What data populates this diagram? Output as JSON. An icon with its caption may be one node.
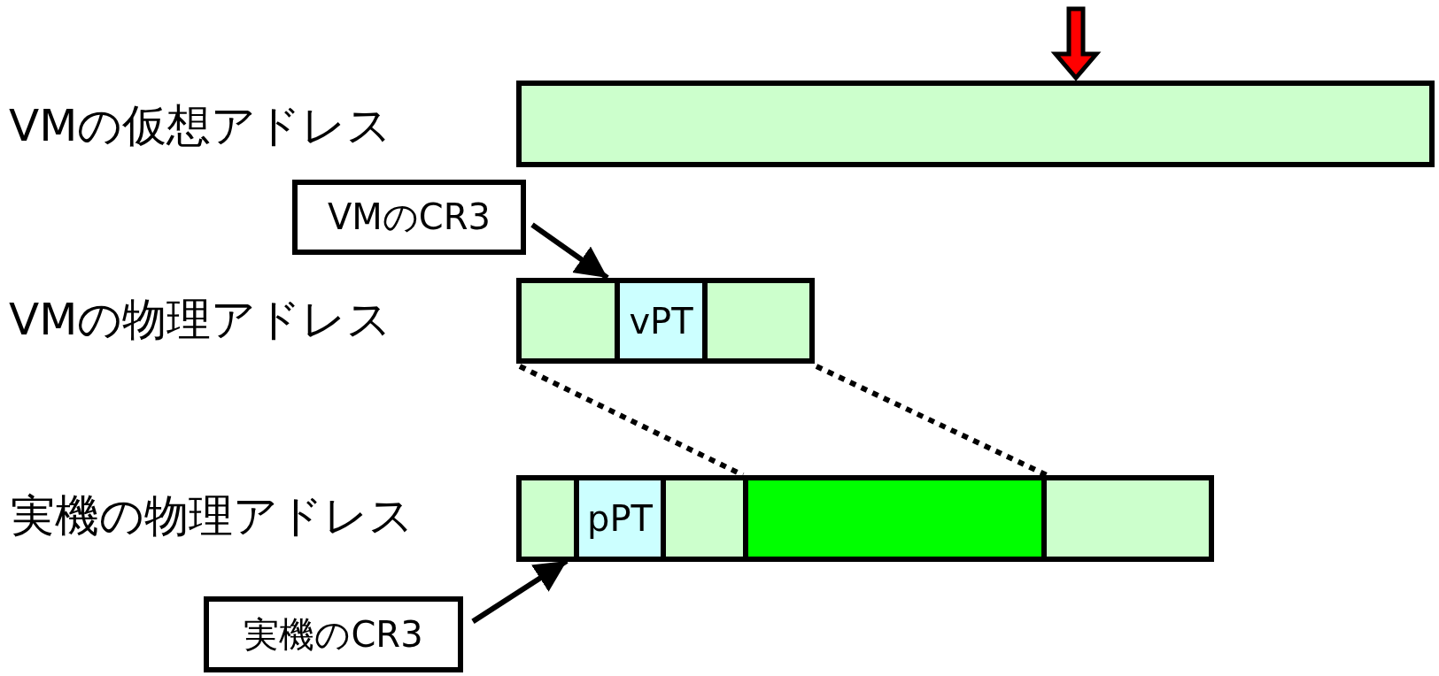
{
  "diagram": {
    "nodes": [
      {
        "text": [],
        "shape": "bar"
      },
      {
        "text": [
          "VMのCR3"
        ]
      },
      {
        "text": [],
        "shape": "bar"
      },
      {
        "text": [
          "vPT"
        ],
        "in": 2
      },
      {
        "text": [],
        "shape": "bar"
      },
      {
        "text": [
          "pPT"
        ],
        "in": 4
      },
      {
        "text": [],
        "shape": "box",
        "in": 4
      },
      {
        "text": [
          "実機のCR3"
        ]
      }
    ],
    "edges": [
      {
        "from": null,
        "to": 0,
        "arrow": "to",
        "style": "thick",
        "color": "#ff0000"
      },
      {
        "from": 1,
        "to": 3,
        "arrow": "to"
      },
      {
        "from": 2,
        "to": 6,
        "arrow": "none",
        "style": "dashed"
      },
      {
        "from": 2,
        "to": 6,
        "arrow": "none",
        "style": "dashed"
      },
      {
        "from": 7,
        "to": 5,
        "arrow": "to"
      }
    ],
    "labels": [
      "VMの仮想アドレス",
      "VMの物理アドレス",
      "実機の物理アドレス"
    ]
  }
}
